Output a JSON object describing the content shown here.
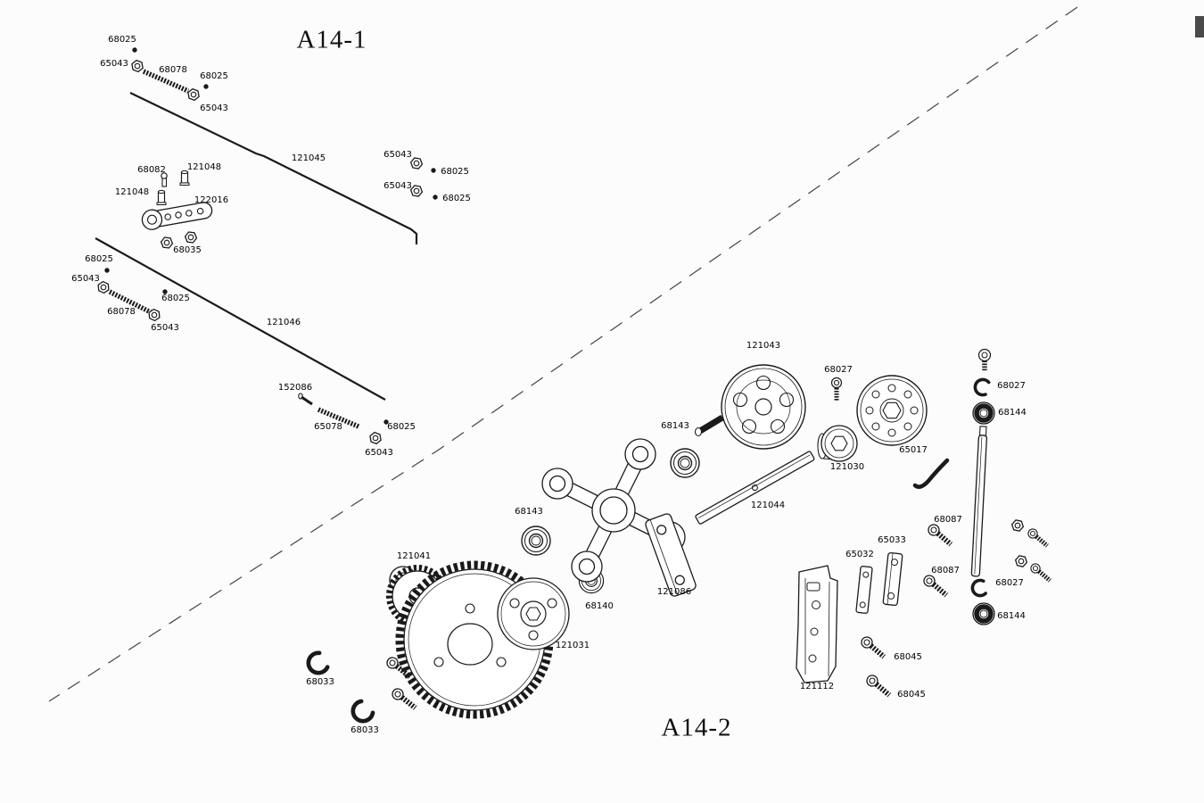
{
  "document": {
    "background_color": "#fcfcfc",
    "line_color": "#1a1a1a"
  },
  "sections": [
    {
      "title": "A14-1"
    },
    {
      "title": "A14-2"
    }
  ],
  "part_labels": [
    {
      "part_no": "68025"
    },
    {
      "part_no": "65043"
    },
    {
      "part_no": "68078"
    },
    {
      "part_no": "68025"
    },
    {
      "part_no": "65043"
    },
    {
      "part_no": "121045"
    },
    {
      "part_no": "65043"
    },
    {
      "part_no": "68025"
    },
    {
      "part_no": "65043"
    },
    {
      "part_no": "68025"
    },
    {
      "part_no": "68082"
    },
    {
      "part_no": "121048"
    },
    {
      "part_no": "121048"
    },
    {
      "part_no": "122016"
    },
    {
      "part_no": "68035"
    },
    {
      "part_no": "68025"
    },
    {
      "part_no": "65043"
    },
    {
      "part_no": "68025"
    },
    {
      "part_no": "68078"
    },
    {
      "part_no": "65043"
    },
    {
      "part_no": "121046"
    },
    {
      "part_no": "152086"
    },
    {
      "part_no": "65078"
    },
    {
      "part_no": "68025"
    },
    {
      "part_no": "65043"
    },
    {
      "part_no": "121043"
    },
    {
      "part_no": "68027"
    },
    {
      "part_no": "68027"
    },
    {
      "part_no": "68144"
    },
    {
      "part_no": "68143"
    },
    {
      "part_no": "65017"
    },
    {
      "part_no": "121030"
    },
    {
      "part_no": "121044"
    },
    {
      "part_no": "68143"
    },
    {
      "part_no": "68087"
    },
    {
      "part_no": "65033"
    },
    {
      "part_no": "65032"
    },
    {
      "part_no": "121041"
    },
    {
      "part_no": "68087"
    },
    {
      "part_no": "68027"
    },
    {
      "part_no": "121086"
    },
    {
      "part_no": "68140"
    },
    {
      "part_no": "68144"
    },
    {
      "part_no": "121031"
    },
    {
      "part_no": "68045"
    },
    {
      "part_no": "68033"
    },
    {
      "part_no": "121112"
    },
    {
      "part_no": "68045"
    },
    {
      "part_no": "68033"
    }
  ]
}
